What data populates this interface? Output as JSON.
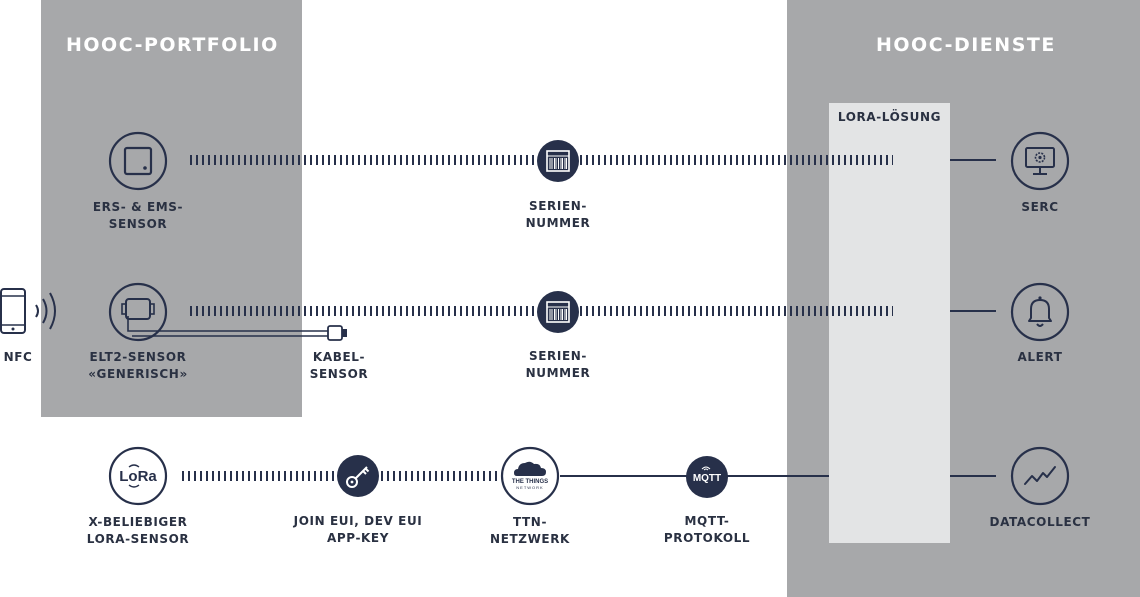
{
  "panels": {
    "portfolio_title": "HOOC-PORTFOLIO",
    "services_title": "HOOC-DIENSTE",
    "lora_solution": "LORA-LÖSUNG"
  },
  "labels": {
    "ers_line1": "ERS- & EMS-",
    "ers_line2": "SENSOR",
    "serial1_line1": "SERIEN-",
    "serial1_line2": "NUMMER",
    "serc": "SERC",
    "nfc": "NFC",
    "elt2_line1": "ELT2-SENSOR",
    "elt2_line2": "«GENERISCH»",
    "kabel_line1": "KABEL-",
    "kabel_line2": "SENSOR",
    "serial2_line1": "SERIEN-",
    "serial2_line2": "NUMMER",
    "alert": "ALERT",
    "lora_line1": "X-BELIEBIGER",
    "lora_line2": "LORA-SENSOR",
    "join_line1": "JOIN EUI, DEV EUI",
    "join_line2": "APP-KEY",
    "ttn_line1": "TTN-",
    "ttn_line2": "NETZWERK",
    "mqtt_line1": "MQTT-",
    "mqtt_line2": "PROTOKOLL",
    "datacollect": "DATACOLLECT"
  },
  "icons": {
    "lora_logo": "LoRa",
    "mqtt_logo": "MQTT",
    "ttn_logo_line1": "THE THINGS",
    "ttn_logo_line2": "NETWORK"
  },
  "colors": {
    "navy": "#27304a",
    "panel_gray": "#a7a8aa",
    "lora_box": "#e3e4e5"
  }
}
